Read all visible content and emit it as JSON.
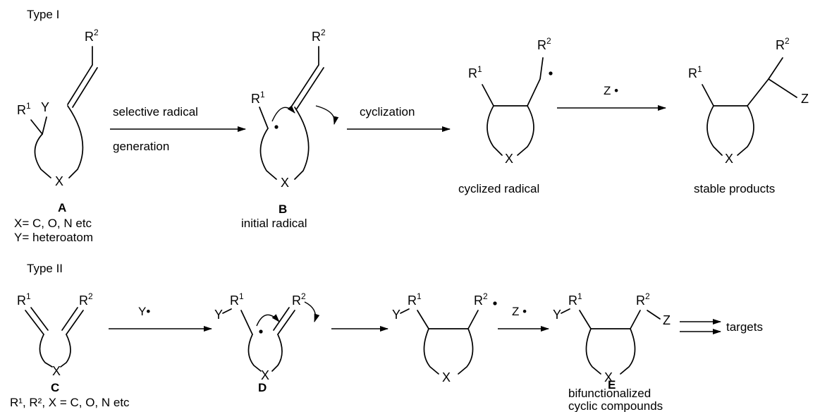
{
  "headings": {
    "type1": "Type I",
    "type2": "Type II"
  },
  "atoms": {
    "r": "R",
    "sup1": "1",
    "sup2": "2",
    "x": "X",
    "y": "Y",
    "z": "Z"
  },
  "compounds": {
    "A": {
      "letter": "A",
      "note1": "X= C, O, N etc",
      "note2": "Y= heteroatom"
    },
    "B": {
      "letter": "B",
      "caption": "initial radical"
    },
    "cyclized": {
      "caption": "cyclized radical"
    },
    "stable": {
      "caption": "stable products"
    },
    "C": {
      "letter": "C",
      "note": "R¹, R², X = C, O, N etc"
    },
    "D": {
      "letter": "D"
    },
    "E": {
      "letter": "E",
      "caption1": "bifunctionalized",
      "caption2": "cyclic compounds"
    }
  },
  "arrows": {
    "a1_top": "selective radical",
    "a1_bottom": "generation",
    "a2_top": "cyclization",
    "a3_top": "Z •",
    "a4_top": "Y•",
    "a6_top": "Z •",
    "targets": "targets"
  }
}
